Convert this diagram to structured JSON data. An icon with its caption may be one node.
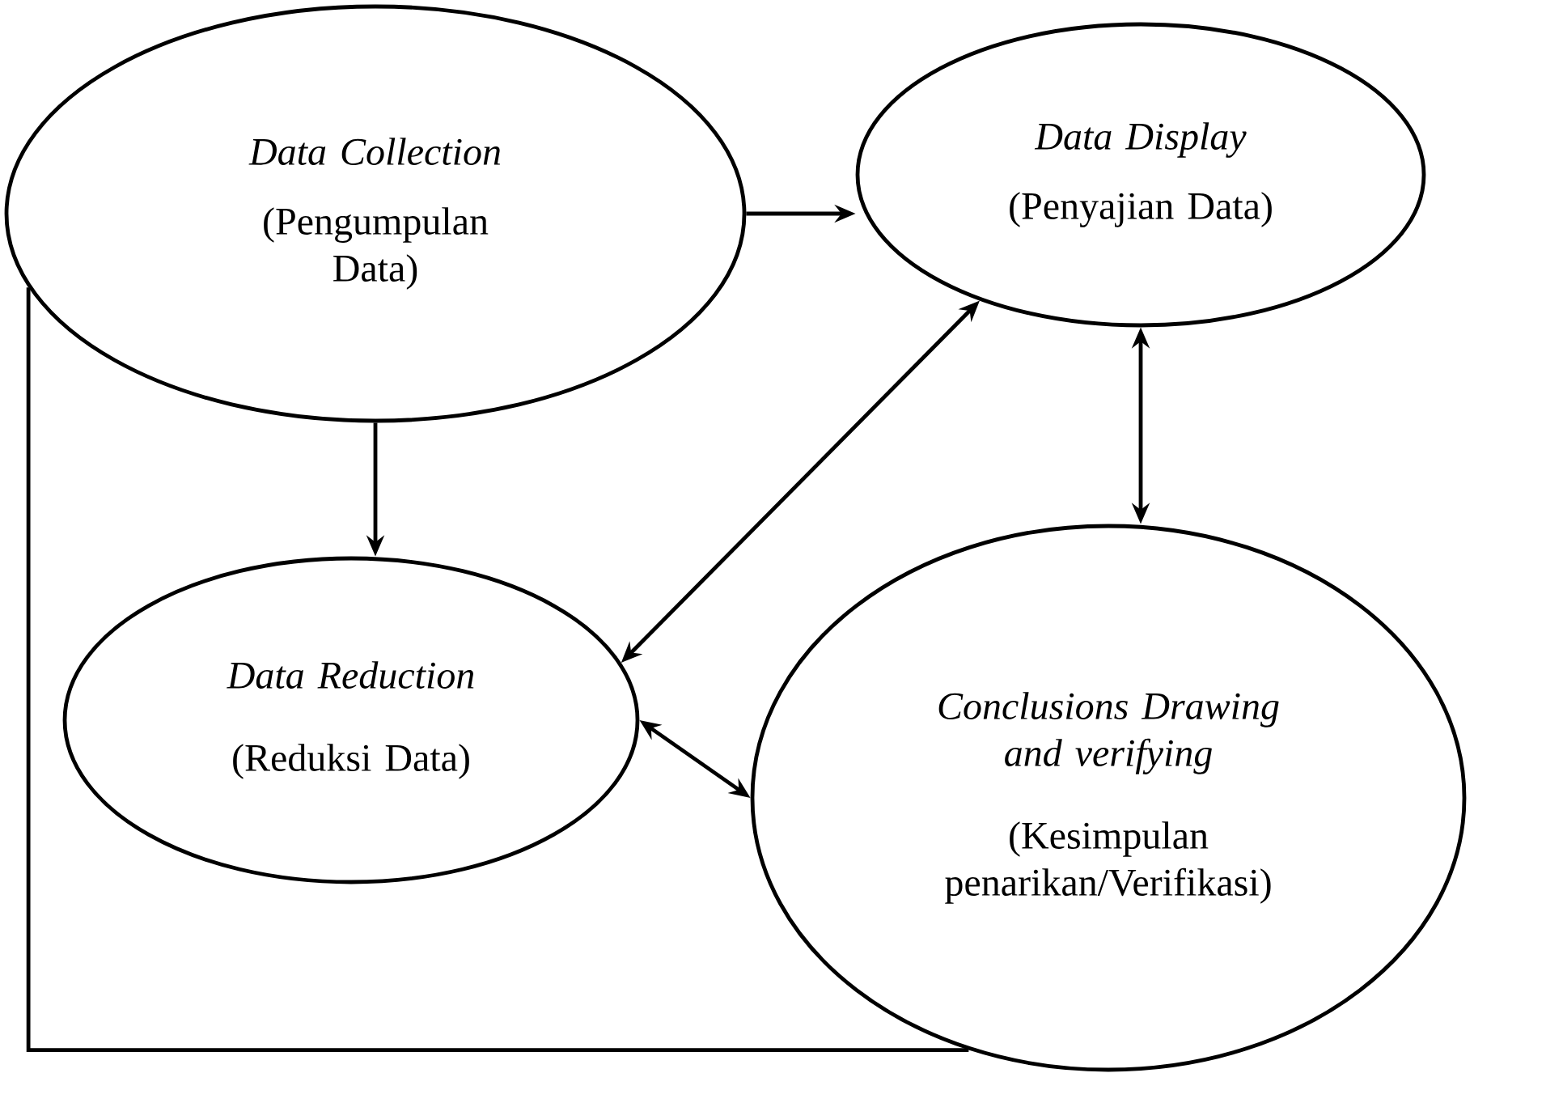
{
  "diagram": {
    "nodes": [
      {
        "text": [
          "Data Collection",
          "(Pengumpulan Data)"
        ]
      },
      {
        "text": [
          "Data Display",
          "(Penyajian Data)"
        ]
      },
      {
        "text": [
          "Data Reduction",
          "(Reduksi Data)"
        ]
      },
      {
        "text": [
          "Conclusions Drawing and verifying",
          "(Kesimpulan penarikan/Verifikasi)"
        ]
      }
    ],
    "edges": [
      {
        "from": 0,
        "to": 1,
        "arrow": "to"
      },
      {
        "from": 0,
        "to": 2,
        "arrow": "to"
      },
      {
        "from": 1,
        "to": 2,
        "arrow": "both"
      },
      {
        "from": 1,
        "to": 3,
        "arrow": "both"
      },
      {
        "from": 2,
        "to": 3,
        "arrow": "both"
      },
      {
        "from": 0,
        "to": 3,
        "arrow": "none"
      }
    ]
  }
}
